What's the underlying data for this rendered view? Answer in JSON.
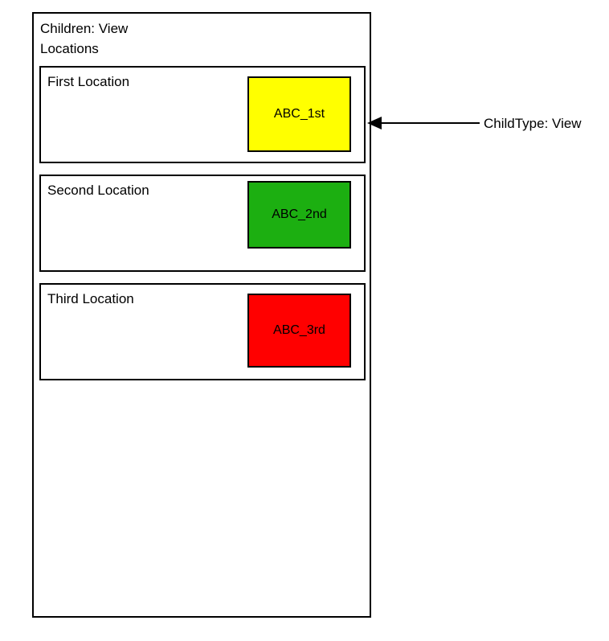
{
  "diagram": {
    "container": {
      "title": "Children: View\nLocations",
      "border_color": "#000000",
      "background": "#ffffff"
    },
    "locations": [
      {
        "label": "First Location",
        "child_label": "ABC_1st",
        "child_color": "#FFFF00"
      },
      {
        "label": "Second Location",
        "child_label": "ABC_2nd",
        "child_color": "#1CAF11"
      },
      {
        "label": "Third Location",
        "child_label": "ABC_3rd",
        "child_color": "#FF0000"
      }
    ],
    "annotation": {
      "label": "ChildType: View",
      "arrow_icon": "arrow-left-icon"
    }
  }
}
